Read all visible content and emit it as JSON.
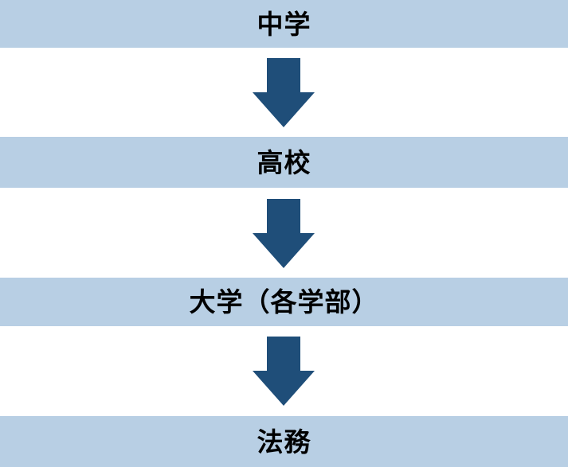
{
  "diagram": {
    "steps": [
      {
        "label": "中学"
      },
      {
        "label": "高校"
      },
      {
        "label": "大学（各学部）"
      },
      {
        "label": "法務"
      }
    ],
    "arrow_icon": "down-arrow",
    "colors": {
      "bar_background": "#B8CFE4",
      "arrow": "#1F4E79",
      "label_text": "#000000",
      "page_background": "#FFFFFF"
    }
  }
}
